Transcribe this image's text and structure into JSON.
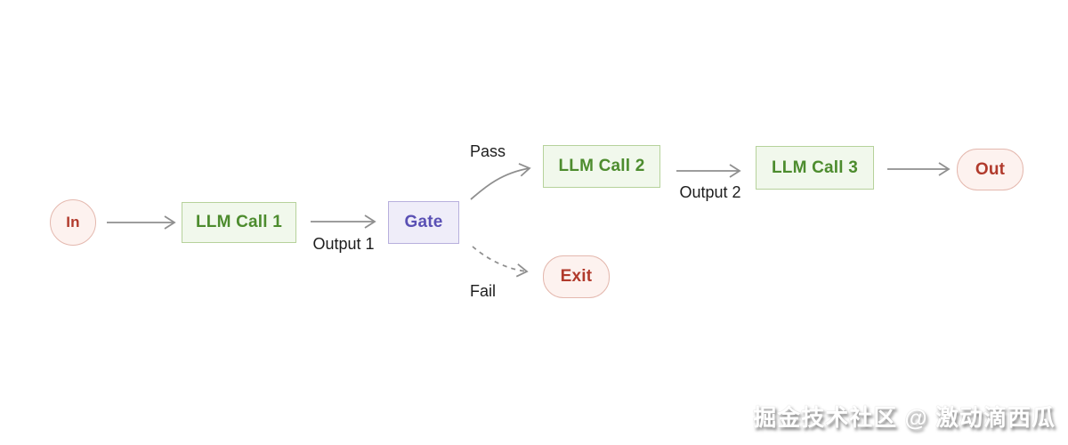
{
  "diagram": {
    "type": "flowchart",
    "nodes": [
      {
        "id": "in",
        "label": "In",
        "shape": "circle"
      },
      {
        "id": "llm-call-1",
        "label": "LLM Call 1",
        "shape": "rect"
      },
      {
        "id": "gate",
        "label": "Gate",
        "shape": "rect"
      },
      {
        "id": "llm-call-2",
        "label": "LLM Call 2",
        "shape": "rect"
      },
      {
        "id": "llm-call-3",
        "label": "LLM Call 3",
        "shape": "rect"
      },
      {
        "id": "out",
        "label": "Out",
        "shape": "stadium"
      },
      {
        "id": "exit",
        "label": "Exit",
        "shape": "stadium"
      }
    ],
    "edges": [
      {
        "from": "in",
        "to": "llm-call-1",
        "label": "",
        "style": "solid"
      },
      {
        "from": "llm-call-1",
        "to": "gate",
        "label": "Output 1",
        "style": "solid"
      },
      {
        "from": "gate",
        "to": "llm-call-2",
        "label": "Pass",
        "style": "solid"
      },
      {
        "from": "llm-call-2",
        "to": "llm-call-3",
        "label": "Output 2",
        "style": "solid"
      },
      {
        "from": "llm-call-3",
        "to": "out",
        "label": "",
        "style": "solid"
      },
      {
        "from": "gate",
        "to": "exit",
        "label": "Fail",
        "style": "dashed"
      }
    ],
    "colors": {
      "green_fill": "#f1f8ec",
      "green_border": "#b6d29b",
      "green_text": "#4d8c2e",
      "pink_fill": "#fdf2ef",
      "pink_border": "#e4b8ae",
      "pink_text": "#b13a2c",
      "purple_fill": "#efedf9",
      "purple_border": "#b7afdd",
      "purple_text": "#5a50b4",
      "arrow": "#8f8f8f",
      "edge_label_text": "#1d1d1d"
    }
  },
  "watermark": {
    "text": "掘金技术社区 @ 激动滴西瓜"
  }
}
